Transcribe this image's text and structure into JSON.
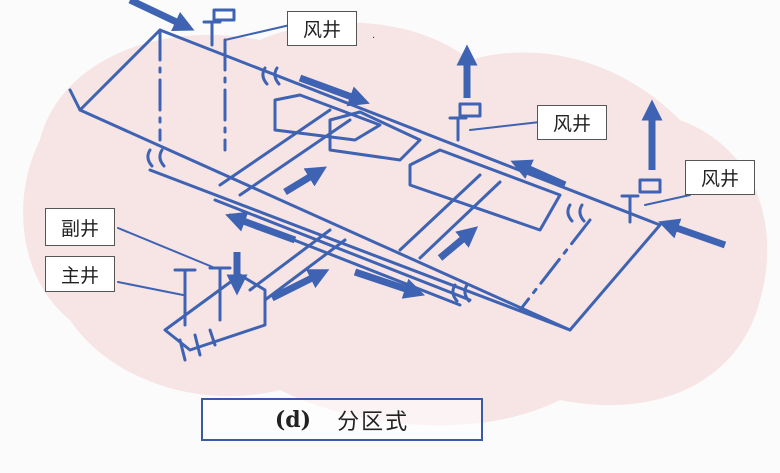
{
  "labels": {
    "shaft_1": "风井",
    "shaft_2": "风井",
    "shaft_3": "风井",
    "auxiliary_shaft": "副井",
    "main_shaft": "主井"
  },
  "caption": {
    "id": "(d)",
    "text": "分区式"
  },
  "colors": {
    "line": "#3f63b3",
    "background_blob": "#f6dcdc",
    "text": "#222222"
  }
}
